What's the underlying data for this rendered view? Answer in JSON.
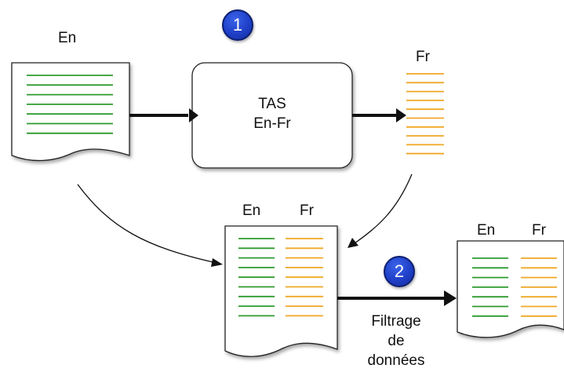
{
  "colors": {
    "english_lines": "#2e9b2e",
    "french_lines": "#f0a726",
    "badge": "#1f3fc8",
    "stroke": "#111111"
  },
  "source_doc": {
    "lang_label": "En"
  },
  "tas_box": {
    "line1": "TAS",
    "line2": "En-Fr"
  },
  "translated_doc": {
    "lang_label": "Fr"
  },
  "bilingual_doc": {
    "left_label": "En",
    "right_label": "Fr"
  },
  "filtered_doc": {
    "left_label": "En",
    "right_label": "Fr"
  },
  "steps": [
    {
      "number": "1"
    },
    {
      "number": "2"
    }
  ],
  "filter_caption": {
    "line1": "Filtrage",
    "line2": "de",
    "line3": "données"
  }
}
